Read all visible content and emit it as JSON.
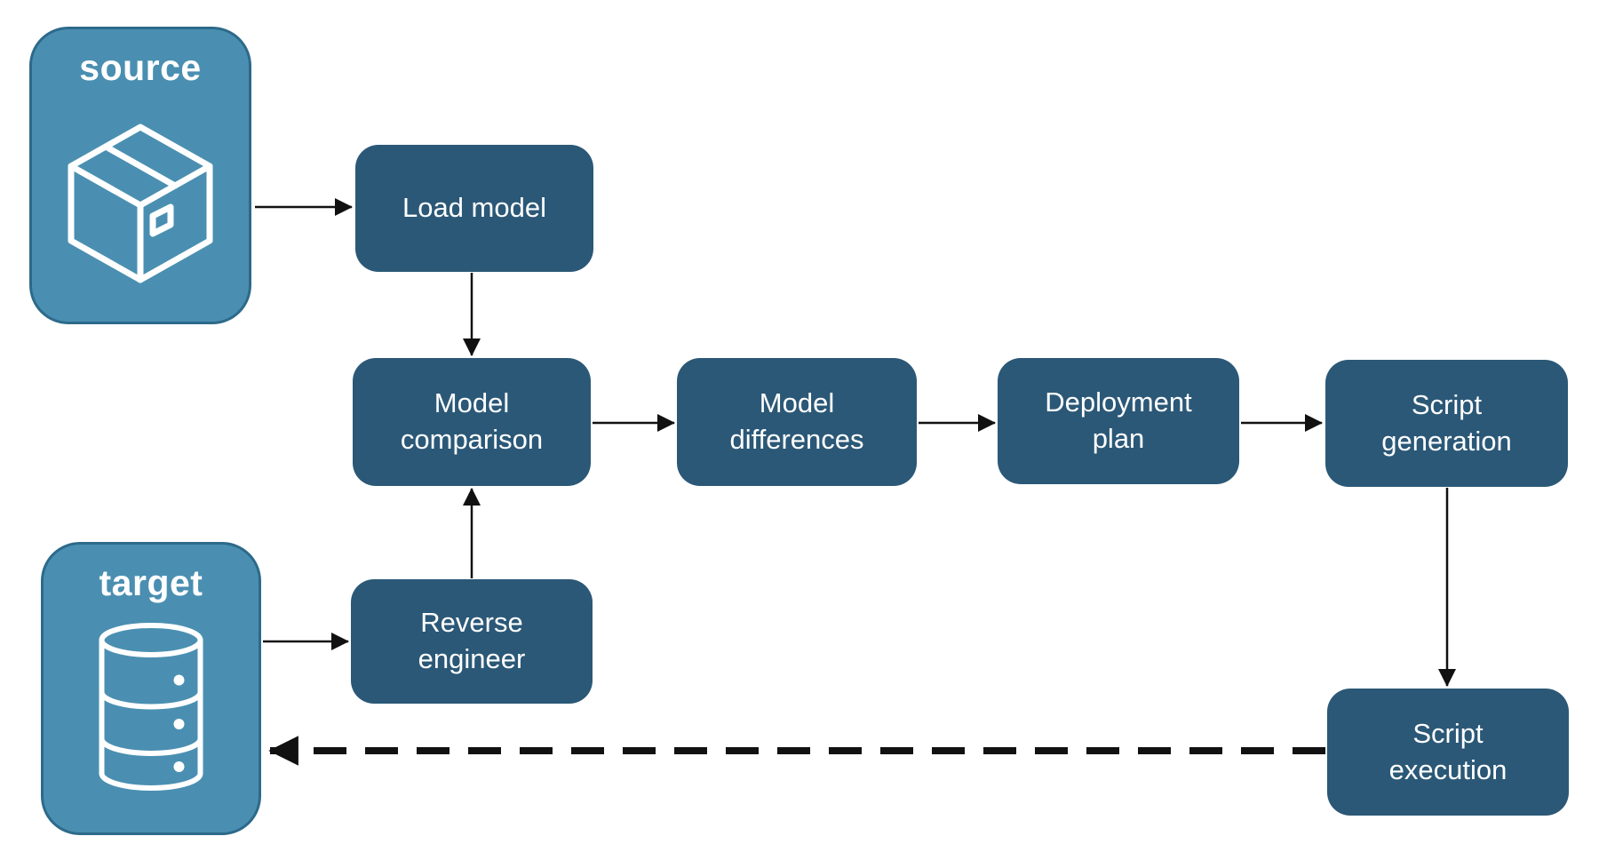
{
  "diagram": {
    "colors": {
      "entity_fill": "#4A8FB1",
      "entity_border": "#2D6A8A",
      "node_fill": "#2B5877",
      "text": "#FFFFFF",
      "arrow": "#111111"
    },
    "entities": [
      {
        "id": "source",
        "label": "source",
        "icon": "package-icon"
      },
      {
        "id": "target",
        "label": "target",
        "icon": "database-icon"
      }
    ],
    "nodes": [
      {
        "id": "load-model",
        "label": "Load model",
        "lines": [
          "Load model"
        ]
      },
      {
        "id": "model-comparison",
        "label": "Model comparison",
        "lines": [
          "Model",
          "comparison"
        ]
      },
      {
        "id": "model-differences",
        "label": "Model differences",
        "lines": [
          "Model",
          "differences"
        ]
      },
      {
        "id": "deployment-plan",
        "label": "Deployment plan",
        "lines": [
          "Deployment",
          "plan"
        ]
      },
      {
        "id": "script-generation",
        "label": "Script generation",
        "lines": [
          "Script",
          "generation"
        ]
      },
      {
        "id": "reverse-engineer",
        "label": "Reverse engineer",
        "lines": [
          "Reverse",
          "engineer"
        ]
      },
      {
        "id": "script-execution",
        "label": "Script execution",
        "lines": [
          "Script",
          "execution"
        ]
      }
    ],
    "edges": [
      {
        "from": "source",
        "to": "load-model",
        "style": "solid"
      },
      {
        "from": "load-model",
        "to": "model-comparison",
        "style": "solid"
      },
      {
        "from": "model-comparison",
        "to": "model-differences",
        "style": "solid"
      },
      {
        "from": "model-differences",
        "to": "deployment-plan",
        "style": "solid"
      },
      {
        "from": "deployment-plan",
        "to": "script-generation",
        "style": "solid"
      },
      {
        "from": "script-generation",
        "to": "script-execution",
        "style": "solid"
      },
      {
        "from": "target",
        "to": "reverse-engineer",
        "style": "solid"
      },
      {
        "from": "reverse-engineer",
        "to": "model-comparison",
        "style": "solid"
      },
      {
        "from": "script-execution",
        "to": "target",
        "style": "dashed"
      }
    ]
  }
}
